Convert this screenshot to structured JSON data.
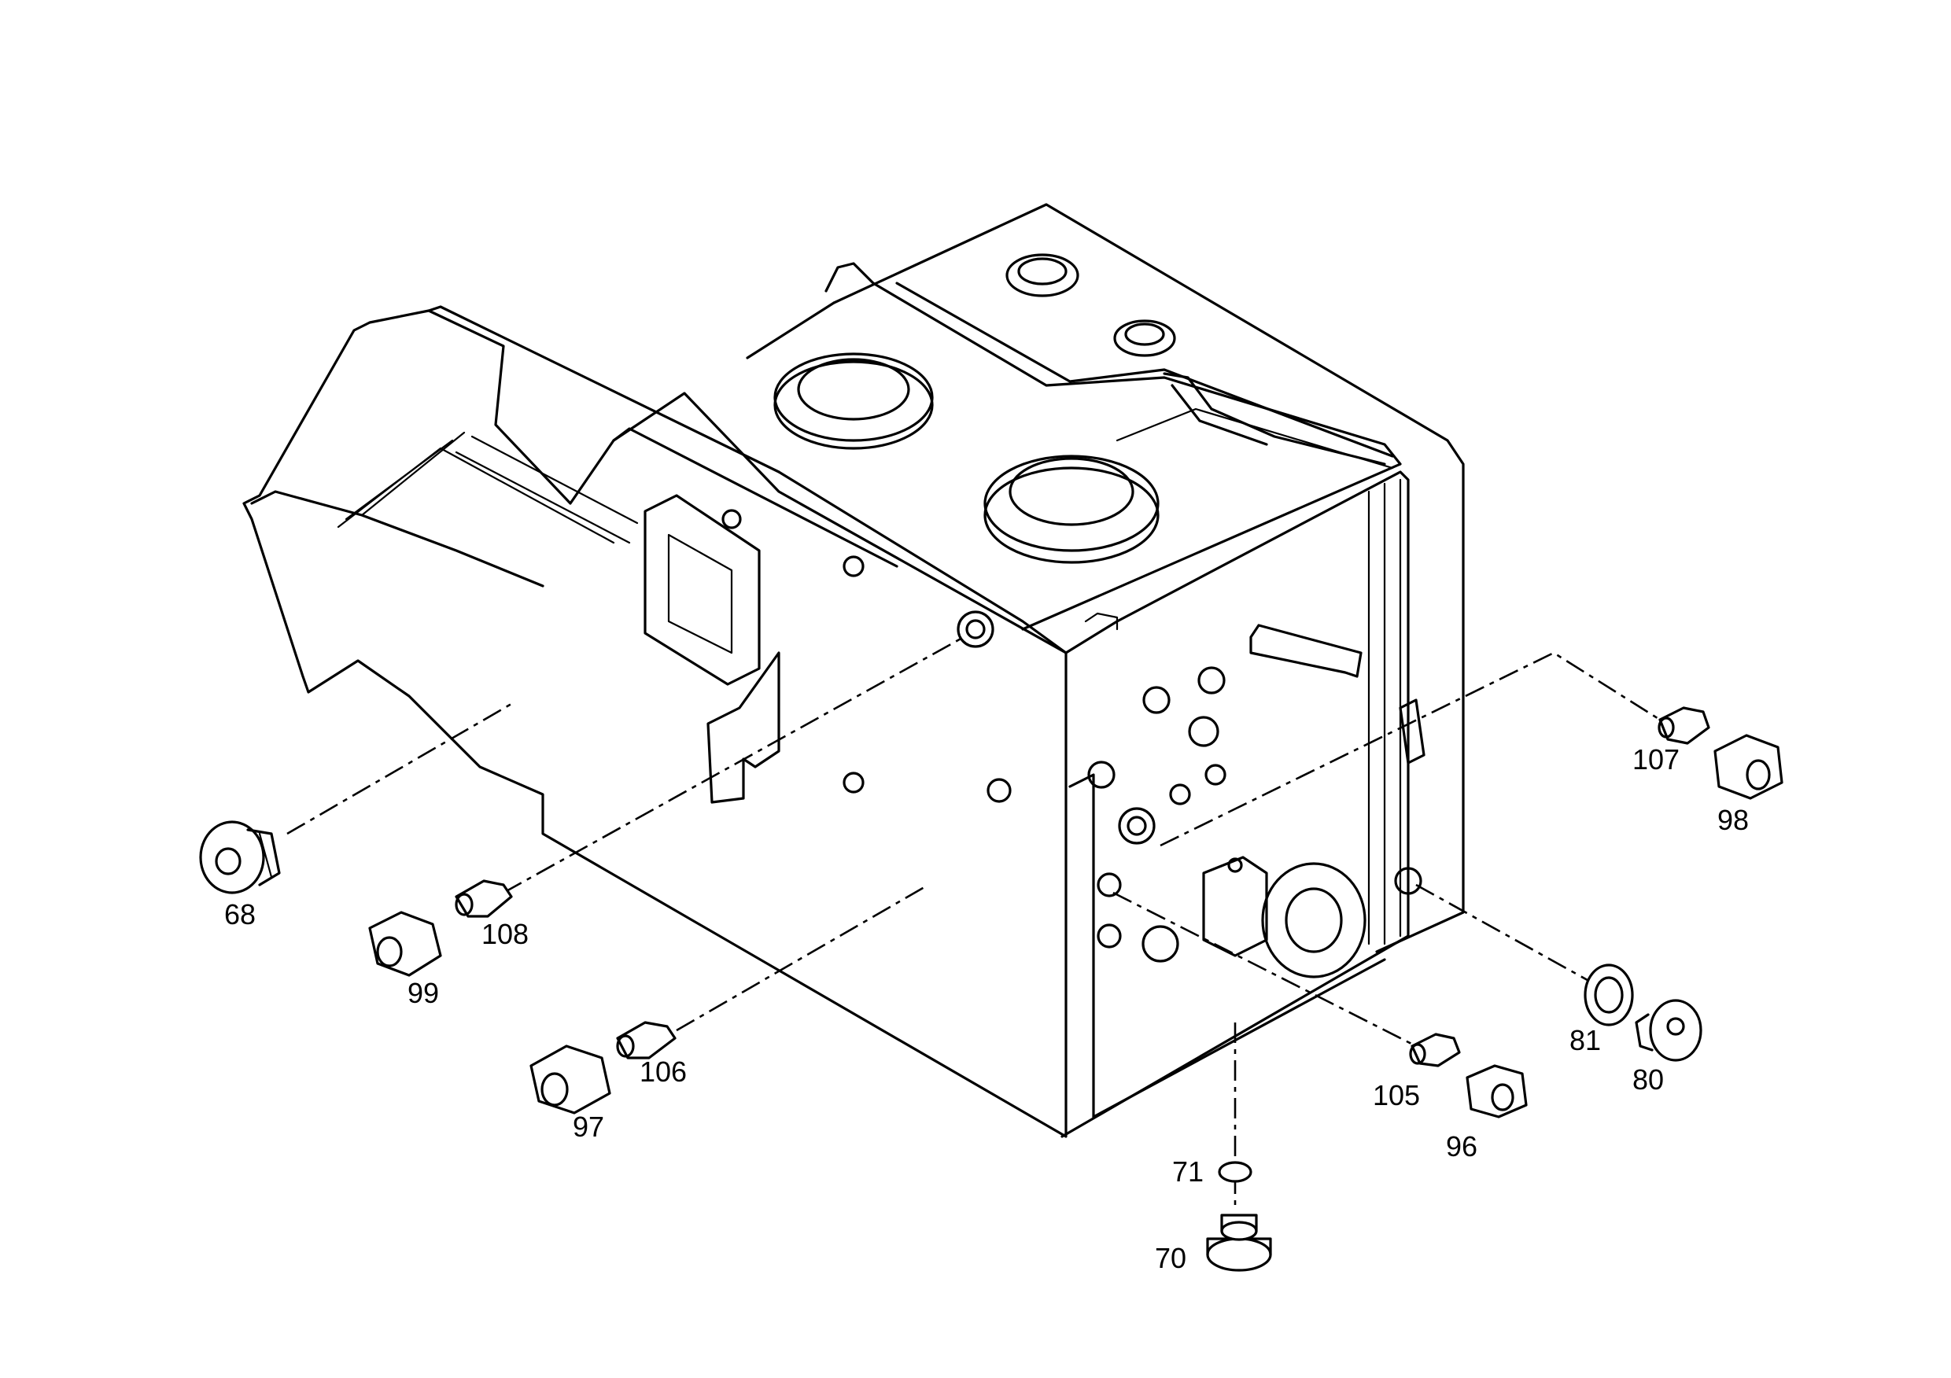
{
  "diagram": {
    "callouts": [
      {
        "id": "c68",
        "label": "68"
      },
      {
        "id": "c99",
        "label": "99"
      },
      {
        "id": "c108",
        "label": "108"
      },
      {
        "id": "c97",
        "label": "97"
      },
      {
        "id": "c106",
        "label": "106"
      },
      {
        "id": "c107",
        "label": "107"
      },
      {
        "id": "c98",
        "label": "98"
      },
      {
        "id": "c81",
        "label": "81"
      },
      {
        "id": "c80",
        "label": "80"
      },
      {
        "id": "c105",
        "label": "105"
      },
      {
        "id": "c96",
        "label": "96"
      },
      {
        "id": "c71",
        "label": "71"
      },
      {
        "id": "c70",
        "label": "70"
      }
    ]
  }
}
